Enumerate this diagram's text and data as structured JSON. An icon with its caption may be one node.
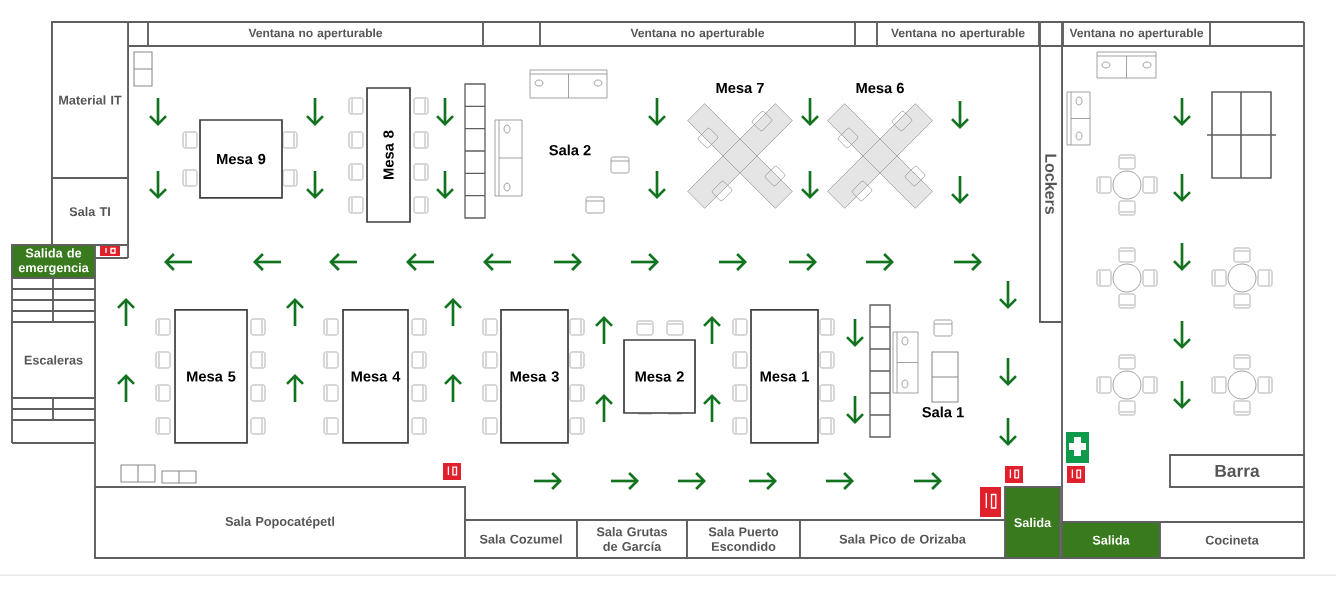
{
  "diagram": {
    "nodes": [
      {
        "text": [
          "Ventana no aperturable"
        ]
      },
      {
        "text": [
          "Ventana no aperturable"
        ]
      },
      {
        "text": [
          "Ventana no aperturable"
        ]
      },
      {
        "text": [
          "Ventana no aperturable"
        ]
      },
      {
        "text": [
          "Material IT"
        ]
      },
      {
        "text": [
          "Mesa 8"
        ]
      },
      {
        "text": [
          "Lockers"
        ]
      },
      {
        "text": [
          "Mesa 9"
        ]
      },
      {
        "text": [
          "Sala TI"
        ]
      },
      {
        "text": [
          "Salida de emergencia"
        ]
      },
      {
        "text": [
          "Mesa 5"
        ]
      },
      {
        "text": [
          "Mesa 4"
        ]
      },
      {
        "text": [
          "Mesa 3"
        ]
      },
      {
        "text": [
          "Mesa 2"
        ]
      },
      {
        "text": [
          "Mesa 1"
        ]
      },
      {
        "text": [
          "Escaleras"
        ]
      },
      {
        "text": [
          "Barra"
        ]
      },
      {
        "text": [
          "Sala Popocatépetl"
        ]
      },
      {
        "text": [
          "Salida"
        ]
      },
      {
        "text": [
          "Sala Cozumel"
        ]
      },
      {
        "text": [
          "Sala Grutas de García"
        ]
      },
      {
        "text": [
          "Sala Puerto Escondido"
        ]
      },
      {
        "text": [
          "Sala Pico de Orizaba"
        ]
      },
      {
        "text": [
          "Salida"
        ]
      },
      {
        "text": [
          "Cocineta"
        ]
      }
    ],
    "labels": [
      "Mesa 7",
      "Mesa 6",
      "Sala 2",
      "Sala 1"
    ]
  }
}
